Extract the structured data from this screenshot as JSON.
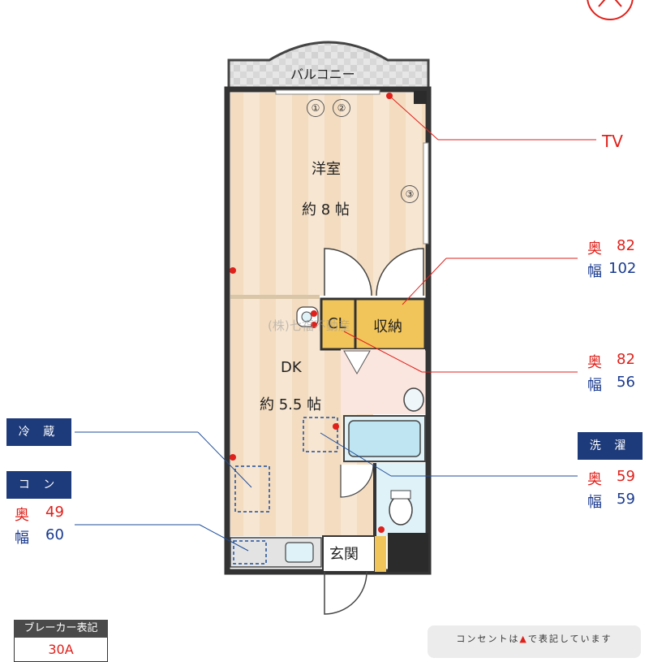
{
  "rooms": {
    "balcony": "バルコニー",
    "western_room": "洋室",
    "western_room_size": "約 8 帖",
    "dk": "DK",
    "dk_size": "約 5.5 帖",
    "closet": "CL",
    "storage": "収納",
    "entrance": "玄関",
    "watermark": "(株)七福不動産"
  },
  "markers": [
    "①",
    "②",
    "③"
  ],
  "tv": {
    "label": "TV"
  },
  "storage_dims": {
    "depth_label": "奥",
    "depth": "82",
    "width_label": "幅",
    "width": "102"
  },
  "closet_dims": {
    "depth_label": "奥",
    "depth": "82",
    "width_label": "幅",
    "width": "56"
  },
  "washer": {
    "label": "洗 濯 機",
    "depth_label": "奥",
    "depth": "59",
    "width_label": "幅",
    "width": "59"
  },
  "fridge": {
    "label": "冷 蔵 庫"
  },
  "stove": {
    "label": "コ ン ロ",
    "depth_label": "奥",
    "depth": "49",
    "width_label": "幅",
    "width": "60"
  },
  "breaker": {
    "title": "ブレーカー表記",
    "value": "30A"
  },
  "note": {
    "prefix": "コンセントは",
    "symbol": "▲",
    "suffix": "で表記しています"
  },
  "colors": {
    "accent_red": "#e0201a",
    "navy": "#1d3a7a",
    "floor_wood": "#f1dcbf",
    "closet_yellow": "#f2c55a"
  }
}
